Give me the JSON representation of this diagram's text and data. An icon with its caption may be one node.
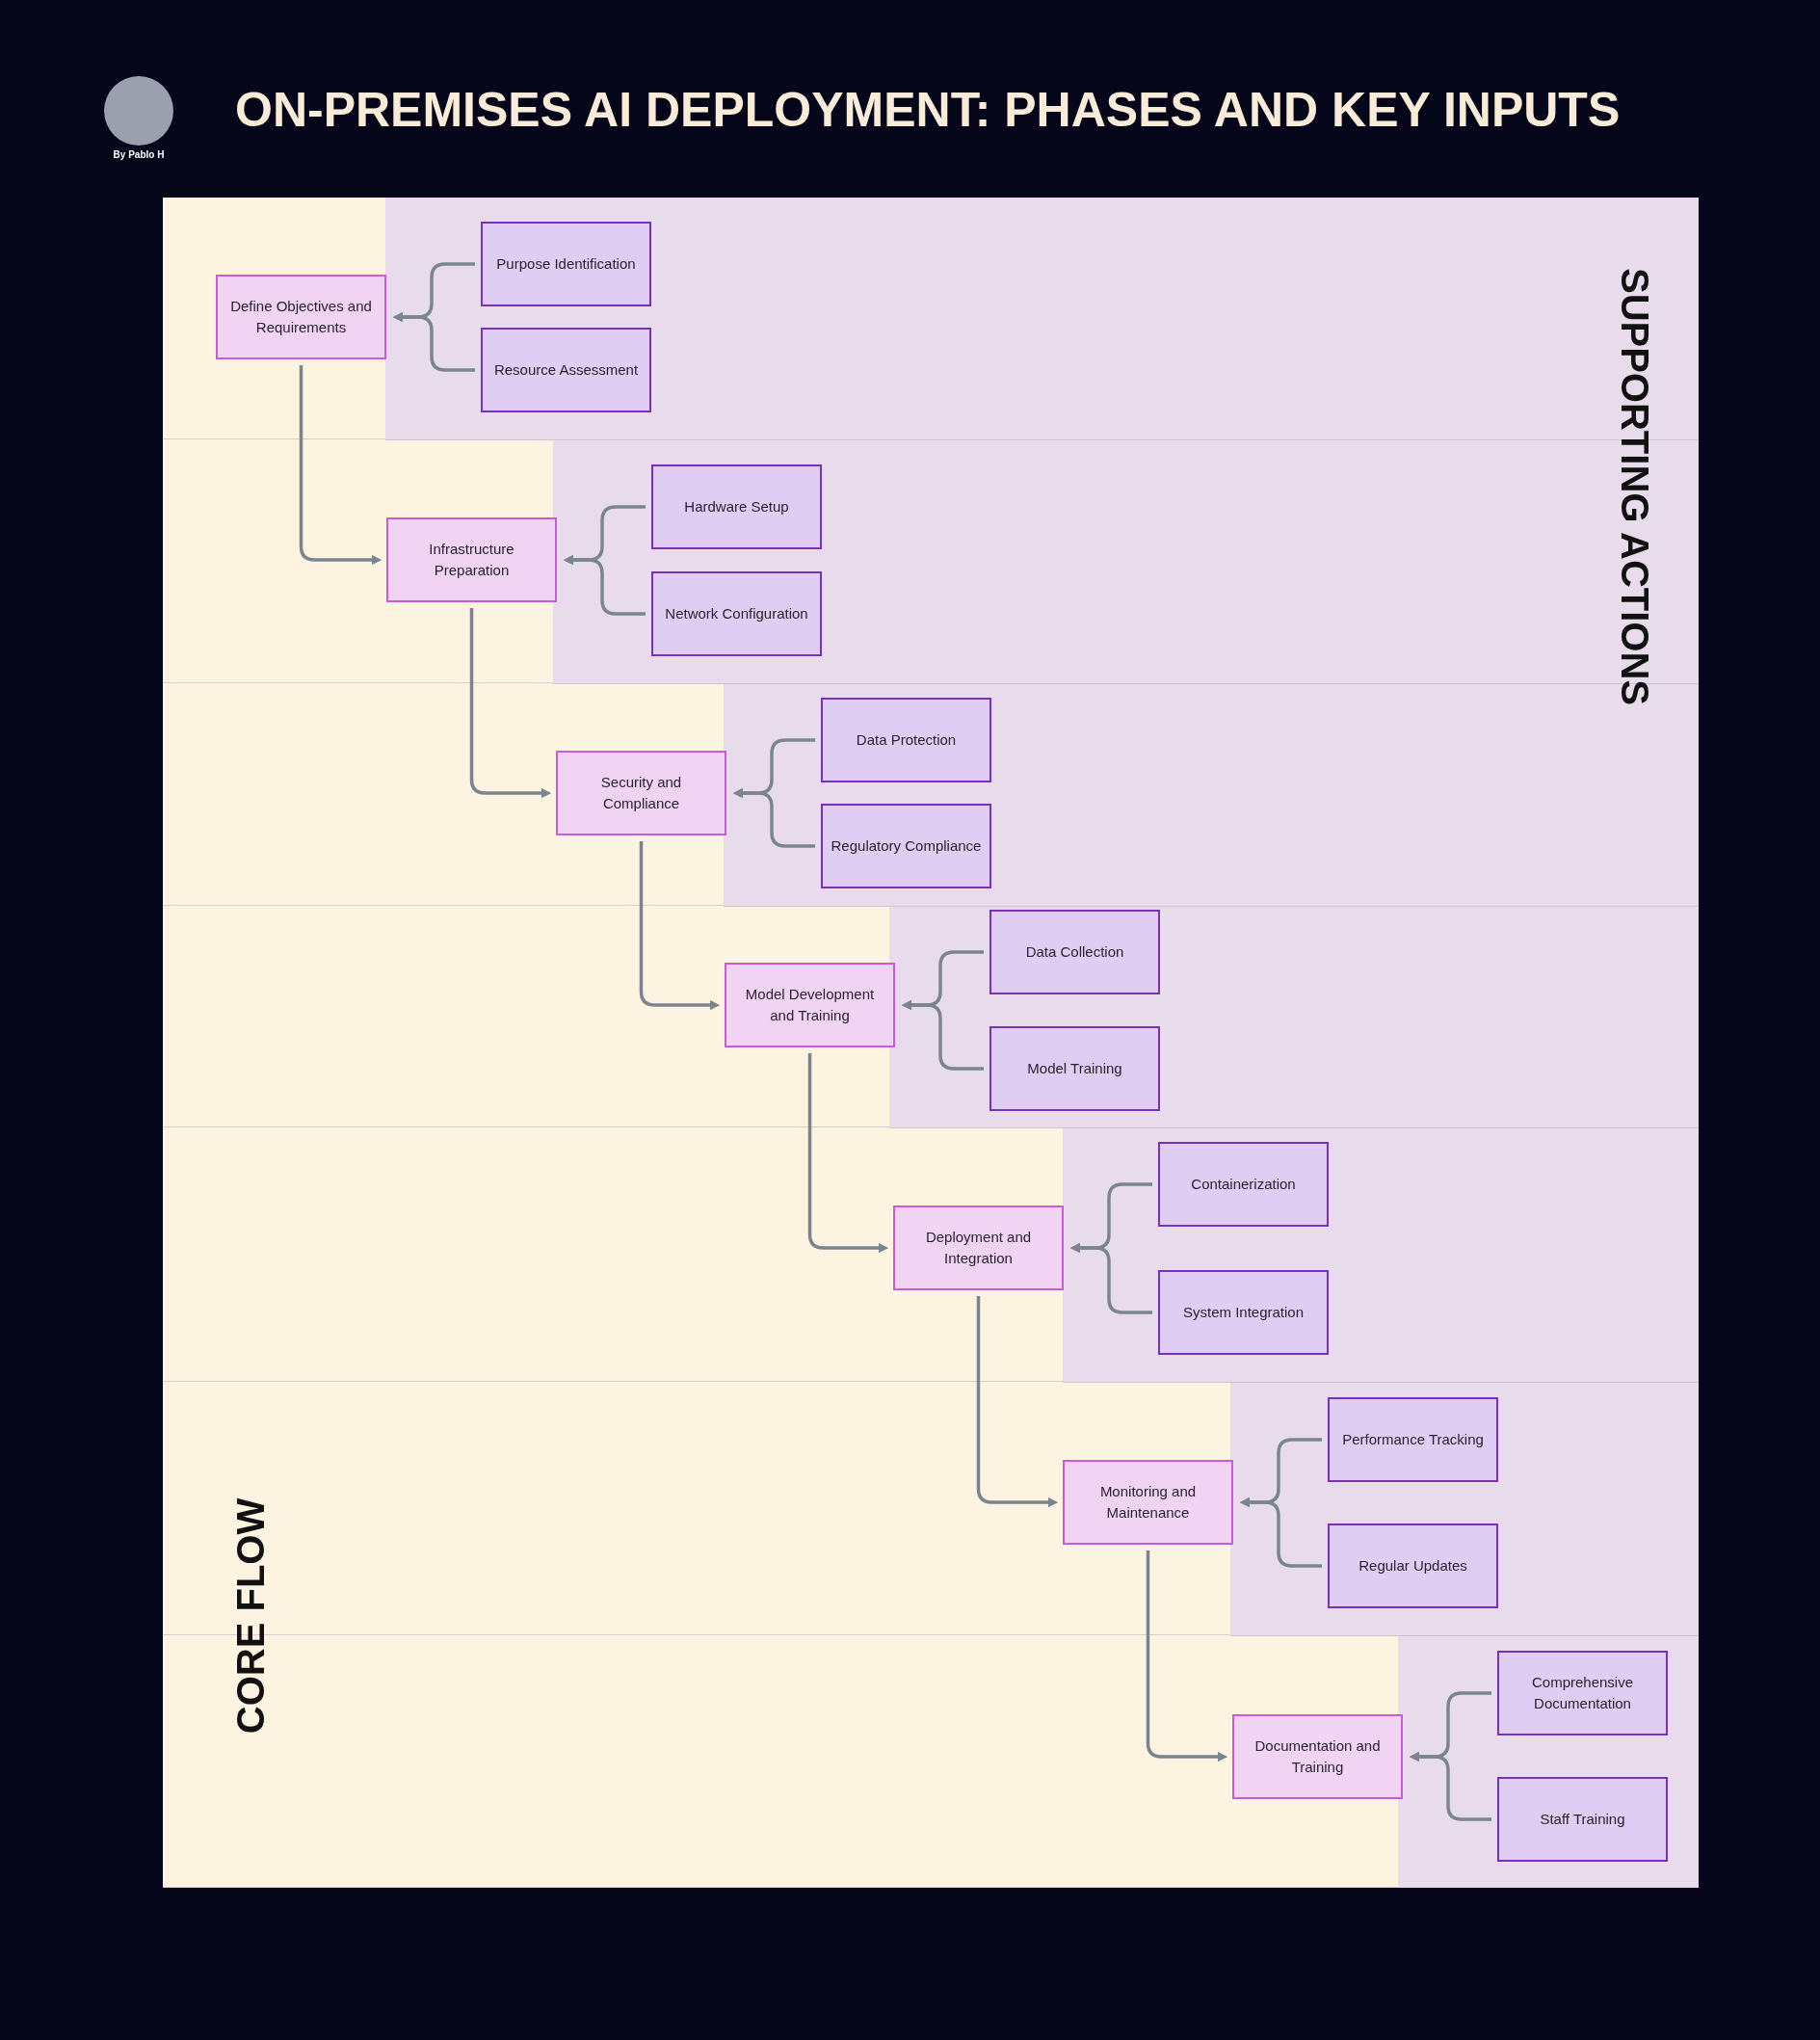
{
  "diagram": {
    "title": "ON-PREMISES AI DEPLOYMENT: PHASES AND KEY INPUTS",
    "nodes": [
      {
        "text": [
          "Define Objectives and Requirements"
        ]
      },
      {
        "text": [
          "Purpose Identification"
        ]
      },
      {
        "text": [
          "Resource Assessment"
        ]
      },
      {
        "text": [
          "Infrastructure Preparation"
        ]
      },
      {
        "text": [
          "Hardware Setup"
        ]
      },
      {
        "text": [
          "Network Configuration"
        ]
      },
      {
        "text": [
          "Security and Compliance"
        ]
      },
      {
        "text": [
          "Data Protection"
        ]
      },
      {
        "text": [
          "Regulatory Compliance"
        ]
      },
      {
        "text": [
          "Model Development and Training"
        ]
      },
      {
        "text": [
          "Data Collection"
        ]
      },
      {
        "text": [
          "Model Training"
        ]
      },
      {
        "text": [
          "Deployment and Integration"
        ]
      },
      {
        "text": [
          "Containerization"
        ]
      },
      {
        "text": [
          "System Integration"
        ]
      },
      {
        "text": [
          "Monitoring and Maintenance"
        ]
      },
      {
        "text": [
          "Performance Tracking"
        ]
      },
      {
        "text": [
          "Regular Updates"
        ]
      },
      {
        "text": [
          "Documentation and Training"
        ]
      },
      {
        "text": [
          "Comprehensive Documentation"
        ]
      },
      {
        "text": [
          "Staff Training"
        ]
      }
    ],
    "edges": [
      {
        "from": 1,
        "to": 0,
        "arrow": "to"
      },
      {
        "from": 2,
        "to": 0,
        "arrow": "to"
      },
      {
        "from": 0,
        "to": 3,
        "arrow": "to"
      },
      {
        "from": 4,
        "to": 3,
        "arrow": "to"
      },
      {
        "from": 5,
        "to": 3,
        "arrow": "to"
      },
      {
        "from": 3,
        "to": 6,
        "arrow": "to"
      },
      {
        "from": 7,
        "to": 6,
        "arrow": "to"
      },
      {
        "from": 8,
        "to": 6,
        "arrow": "to"
      },
      {
        "from": 6,
        "to": 9,
        "arrow": "to"
      },
      {
        "from": 10,
        "to": 9,
        "arrow": "to"
      },
      {
        "from": 11,
        "to": 9,
        "arrow": "to"
      },
      {
        "from": 9,
        "to": 12,
        "arrow": "to"
      },
      {
        "from": 13,
        "to": 12,
        "arrow": "to"
      },
      {
        "from": 14,
        "to": 12,
        "arrow": "to"
      },
      {
        "from": 12,
        "to": 15,
        "arrow": "to"
      },
      {
        "from": 16,
        "to": 15,
        "arrow": "to"
      },
      {
        "from": 17,
        "to": 15,
        "arrow": "to"
      },
      {
        "from": 15,
        "to": 18,
        "arrow": "to"
      },
      {
        "from": 19,
        "to": 18,
        "arrow": "to"
      },
      {
        "from": 20,
        "to": 18,
        "arrow": "to"
      }
    ],
    "labels": [
      "By Pablo H",
      "SUPPORTING ACTIONS",
      "CORE FLOW"
    ]
  }
}
